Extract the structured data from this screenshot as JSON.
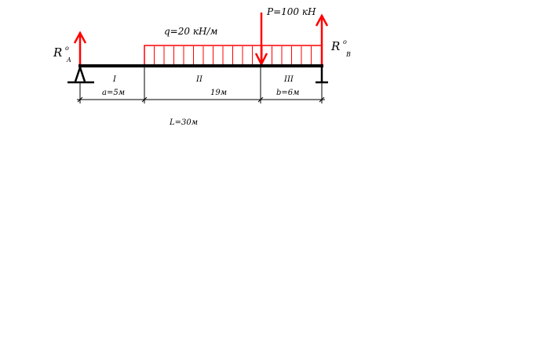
{
  "colors": {
    "load": "#ff0000",
    "beam": "#000000",
    "background": "#ffffff"
  },
  "reactions": {
    "left": {
      "symbol": "R",
      "super": "o",
      "sub": "A"
    },
    "right": {
      "symbol": "R",
      "super": "o",
      "sub": "B"
    }
  },
  "distributed_load": {
    "label": "q=20 кН/м"
  },
  "point_load": {
    "label": "P=100 кН"
  },
  "sections": [
    {
      "numeral": "I",
      "length_label": "a=5м"
    },
    {
      "numeral": "II",
      "length_label": "19м"
    },
    {
      "numeral": "III",
      "length_label": "b=6м"
    }
  ],
  "span_label": "L=30м"
}
